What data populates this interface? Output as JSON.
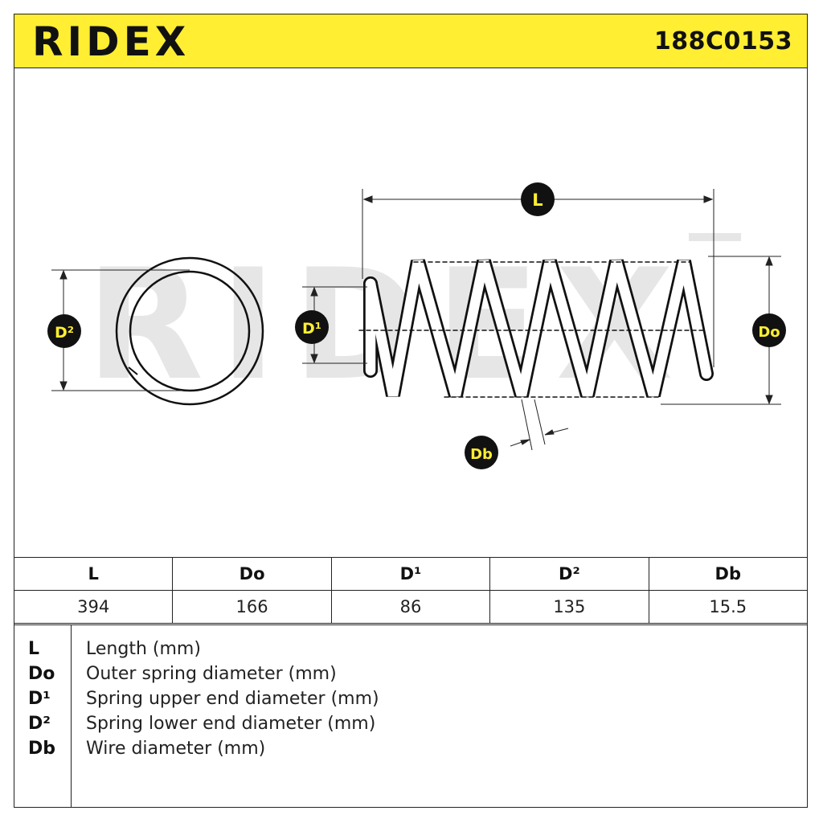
{
  "header": {
    "brand": "RIDEX",
    "part_number": "188C0153"
  },
  "diagram": {
    "labels": {
      "length": "L",
      "outer_diameter": "Do",
      "upper_end_diameter": "D¹",
      "lower_end_diameter": "D²",
      "wire_diameter": "Db"
    },
    "watermark": "RIDEX",
    "colors": {
      "badge_fill": "#111111",
      "badge_text": "#ffee32",
      "accent": "#ffee32"
    }
  },
  "specs": {
    "headers": [
      "L",
      "Do",
      "D¹",
      "D²",
      "Db"
    ],
    "values": [
      "394",
      "166",
      "86",
      "135",
      "15.5"
    ]
  },
  "legend": [
    {
      "key": "L",
      "desc": "Length (mm)"
    },
    {
      "key": "Do",
      "desc": "Outer spring diameter (mm)"
    },
    {
      "key": "D¹",
      "desc": "Spring upper end diameter (mm)"
    },
    {
      "key": "D²",
      "desc": "Spring lower end diameter (mm)"
    },
    {
      "key": "Db",
      "desc": "Wire diameter (mm)"
    }
  ]
}
